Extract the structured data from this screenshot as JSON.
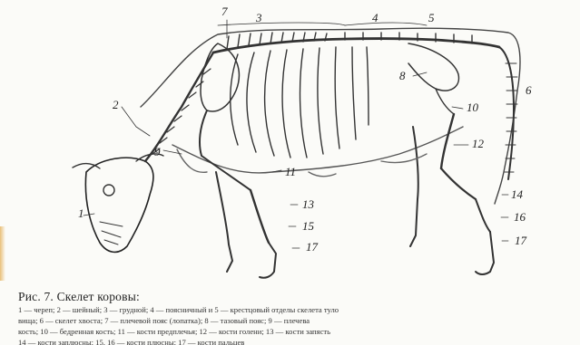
{
  "figure": {
    "labels": [
      {
        "id": "1",
        "text": "1"
      },
      {
        "id": "2",
        "text": "2"
      },
      {
        "id": "3",
        "text": "3"
      },
      {
        "id": "4",
        "text": "4"
      },
      {
        "id": "5",
        "text": "5"
      },
      {
        "id": "6",
        "text": "6"
      },
      {
        "id": "7",
        "text": "7"
      },
      {
        "id": "8",
        "text": "8"
      },
      {
        "id": "9",
        "text": "9"
      },
      {
        "id": "10",
        "text": "10"
      },
      {
        "id": "11",
        "text": "11"
      },
      {
        "id": "12",
        "text": "12"
      },
      {
        "id": "13",
        "text": "13"
      },
      {
        "id": "14",
        "text": "14"
      },
      {
        "id": "15",
        "text": "15"
      },
      {
        "id": "16",
        "text": "16"
      },
      {
        "id": "17a",
        "text": "17"
      },
      {
        "id": "17b",
        "text": "17"
      }
    ]
  },
  "caption": {
    "title": "Рис. 7. Скелет коровы:",
    "line1": "1 — череп; 2 — шейный; 3 — грудной; 4 — поясничный и 5 — крестцовый отделы скелета туло",
    "line2": "вища; 6 — скелет хвоста; 7 — плечевой пояс (лопатка); 8 — тазовый пояс; 9 — плечева",
    "line3": "кость; 10 — бедренная кость; 11 — кости предплечья; 12 — кости голени; 13 — кости запясть",
    "line4": "14 — кости заплюсны; 15, 16 — кости плюсны; 17 — кости пальцев"
  }
}
